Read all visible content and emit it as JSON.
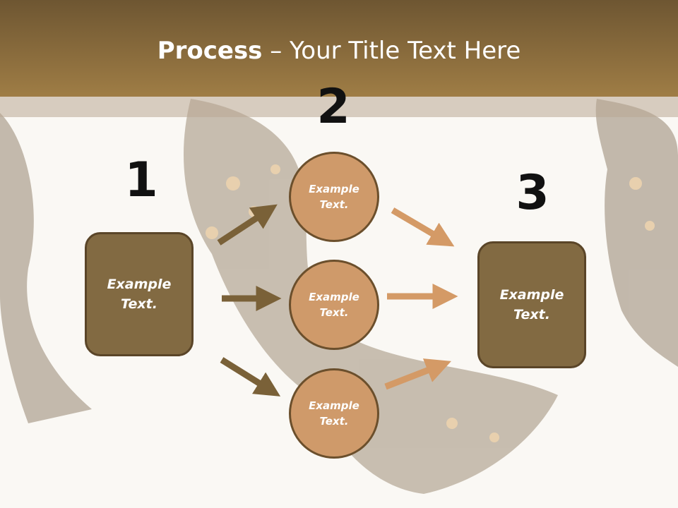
{
  "title": {
    "bold": "Process",
    "rest": " – Your Title Text Here"
  },
  "steps": [
    {
      "number": "1",
      "label": "Example Text."
    },
    {
      "number": "2",
      "items": [
        "Example Text.",
        "Example Text.",
        "Example Text."
      ]
    },
    {
      "number": "3",
      "label": "Example Text."
    }
  ],
  "colors": {
    "header": "#8a6c3e",
    "box": "#826a42",
    "circle": "#cf9a6a",
    "arrow_dark": "#7a6138",
    "arrow_light": "#d49a66"
  }
}
